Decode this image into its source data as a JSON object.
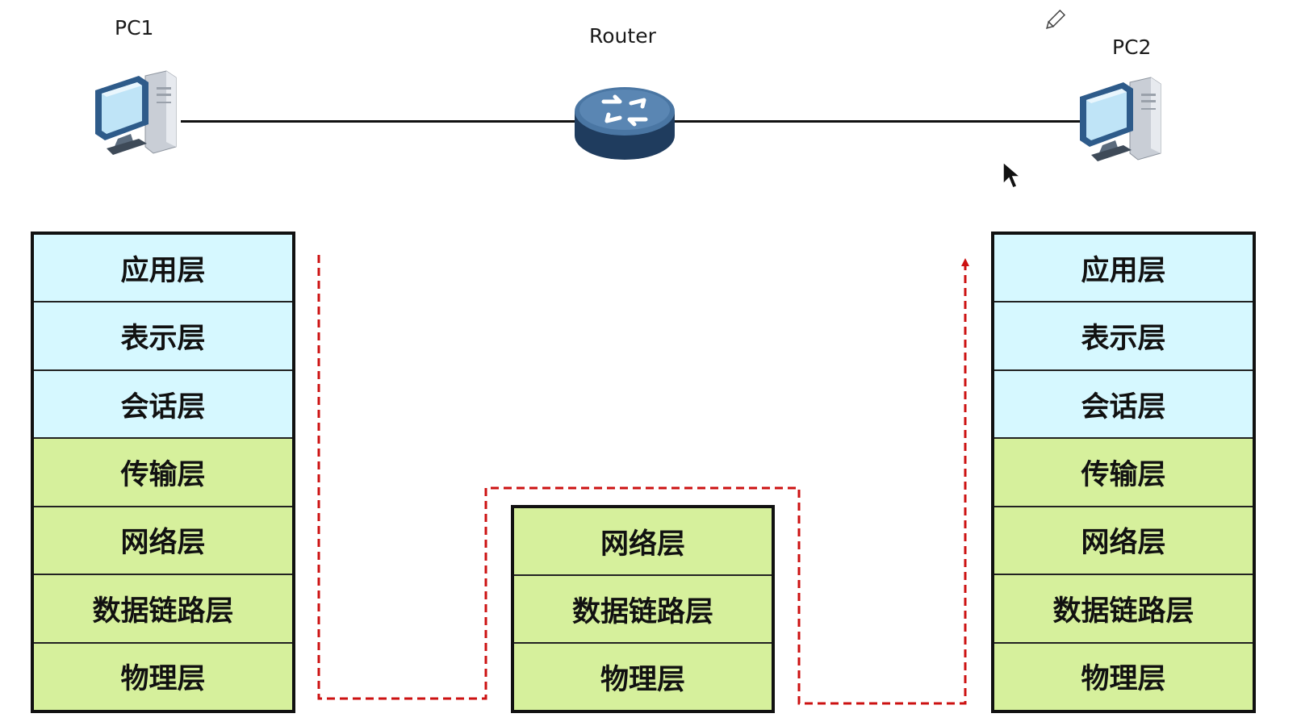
{
  "devices": {
    "pc1": {
      "label": "PC1",
      "icon": "desktop-computer-icon"
    },
    "router": {
      "label": "Router",
      "icon": "router-icon"
    },
    "pc2": {
      "label": "PC2",
      "icon": "desktop-computer-icon"
    }
  },
  "stacks": {
    "pc1": {
      "layers": [
        {
          "name": "应用层",
          "group": "upper"
        },
        {
          "name": "表示层",
          "group": "upper"
        },
        {
          "name": "会话层",
          "group": "upper"
        },
        {
          "name": "传输层",
          "group": "lower"
        },
        {
          "name": "网络层",
          "group": "lower"
        },
        {
          "name": "数据链路层",
          "group": "lower"
        },
        {
          "name": "物理层",
          "group": "lower"
        }
      ]
    },
    "router": {
      "layers": [
        {
          "name": "网络层",
          "group": "lower"
        },
        {
          "name": "数据链路层",
          "group": "lower"
        },
        {
          "name": "物理层",
          "group": "lower"
        }
      ]
    },
    "pc2": {
      "layers": [
        {
          "name": "应用层",
          "group": "upper"
        },
        {
          "name": "表示层",
          "group": "upper"
        },
        {
          "name": "会话层",
          "group": "upper"
        },
        {
          "name": "传输层",
          "group": "lower"
        },
        {
          "name": "网络层",
          "group": "lower"
        },
        {
          "name": "数据链路层",
          "group": "lower"
        },
        {
          "name": "物理层",
          "group": "lower"
        }
      ]
    }
  },
  "colors": {
    "upper_layer_fill": "#d6f8ff",
    "lower_layer_fill": "#d6f09c",
    "border": "#111111",
    "flow_path": "#cc1111",
    "router_body": "#3b5f86"
  },
  "overlay_icons": [
    "pencil-icon",
    "mouse-cursor-icon"
  ]
}
